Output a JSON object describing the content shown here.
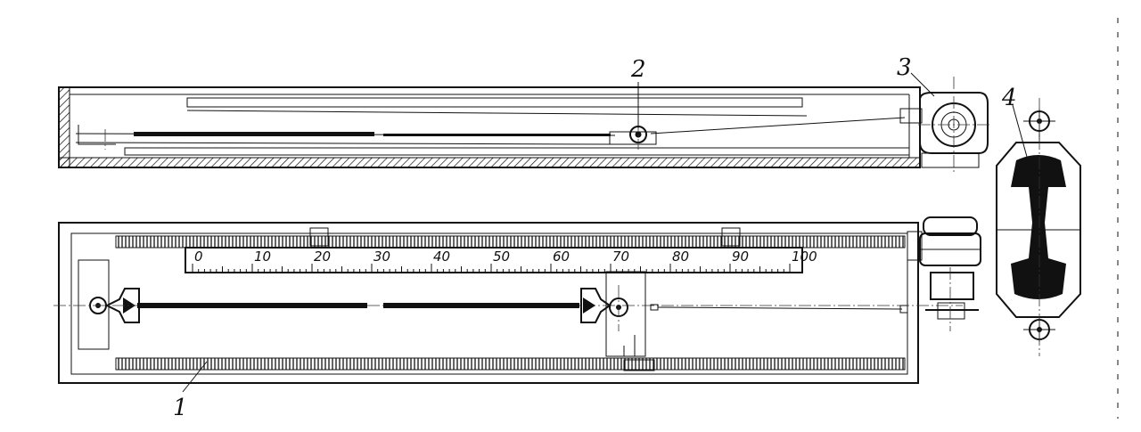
{
  "callouts": {
    "c1": "1",
    "c2": "2",
    "c3": "3",
    "c4": "4"
  },
  "scale": {
    "labels": [
      "0",
      "10",
      "20",
      "30",
      "40",
      "50",
      "60",
      "70",
      "80",
      "90",
      "100"
    ]
  },
  "colors": {
    "ink": "#111111",
    "paper": "#ffffff"
  }
}
